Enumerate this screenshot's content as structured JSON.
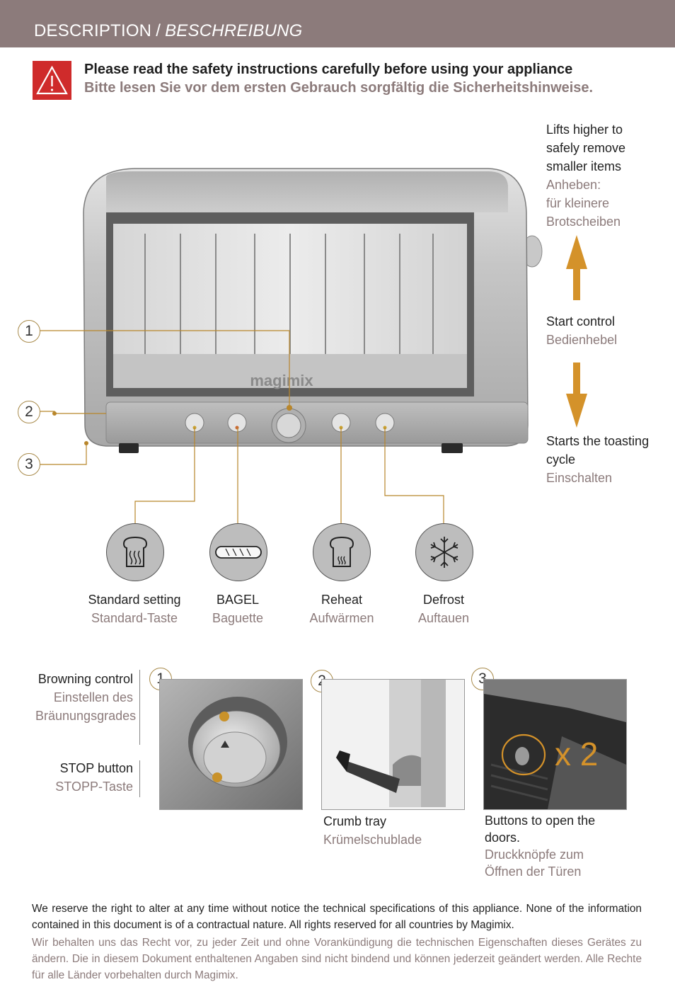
{
  "header": {
    "title_en": "DESCRIPTION",
    "separator": "/",
    "title_de": "BESCHREIBUNG"
  },
  "warning": {
    "icon": "warning-triangle-icon",
    "line_en": "Please read the safety instructions carefully before using your appliance",
    "line_de": "Bitte lesen Sie vor dem ersten Gebrauch sorgfältig die Sicherheitshinweise."
  },
  "toaster": {
    "brand": "magimix"
  },
  "callouts": {
    "one": "1",
    "two": "2",
    "three": "3"
  },
  "lever": {
    "lift": {
      "en": [
        "Lifts higher to",
        "safely remove",
        "smaller items"
      ],
      "de": [
        "Anheben:",
        "für kleinere",
        "Brotscheiben"
      ]
    },
    "start": {
      "en": "Start control",
      "de": "Bedienhebel"
    },
    "cycle": {
      "en": [
        "Starts the toasting",
        "cycle"
      ],
      "de": "Einschalten"
    }
  },
  "functions": [
    {
      "icon": "toast-heat-icon",
      "en": "Standard setting",
      "de": "Standard-Taste"
    },
    {
      "icon": "baguette-icon",
      "en": "BAGEL",
      "de": "Baguette"
    },
    {
      "icon": "toast-reheat-icon",
      "en": "Reheat",
      "de": "Aufwärmen"
    },
    {
      "icon": "snowflake-icon",
      "en": "Defrost",
      "de": "Auftauen"
    }
  ],
  "details": {
    "browning": {
      "en": "Browning control",
      "de": [
        "Einstellen des",
        "Bräunungsgrades"
      ]
    },
    "stop": {
      "en": "STOP button",
      "de": "STOPP-Taste"
    },
    "crumb": {
      "en": "Crumb tray",
      "de": "Krümelschublade"
    },
    "doors": {
      "en": [
        "Buttons to open the",
        "doors."
      ],
      "de": [
        "Druckknöpfe zum",
        "Öffnen der Türen"
      ],
      "multiplier": "x 2"
    }
  },
  "footer": {
    "en": "We reserve the right to alter at any time without notice the technical specifications of this appliance. None of the information contained in this document is of a contractual nature. All rights reserved for all countries by Magimix.",
    "de": "Wir behalten uns das Recht vor, zu jeder Zeit und ohne Vorankündigung die technischen Eigenschaften dieses Gerätes zu ändern. Die in diesem Dokument enthaltenen Angaben sind nicht bindend und können jederzeit geändert werden. Alle Rechte für alle Länder vorbehalten durch Magimix."
  },
  "colors": {
    "accent": "#8c7b7b",
    "warning_red": "#cf2b2b",
    "arrow_gold": "#d4922a",
    "leader_gold": "#b8862b"
  }
}
